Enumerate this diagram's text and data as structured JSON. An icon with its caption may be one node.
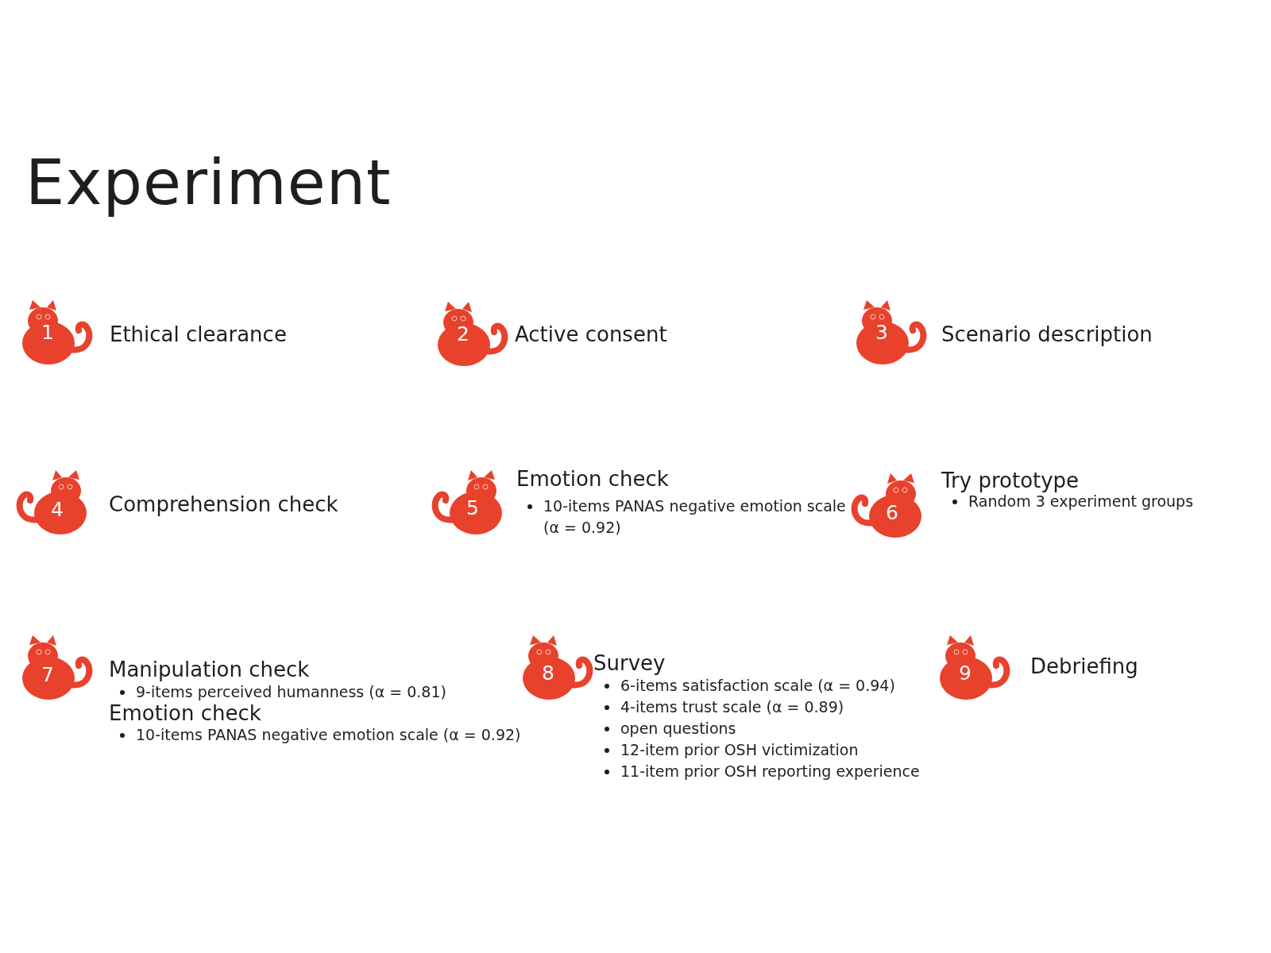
{
  "diagram": {
    "title": "Experiment",
    "nodes": [
      {
        "text": [
          "1",
          "Ethical clearance"
        ]
      },
      {
        "text": [
          "2",
          "Active consent"
        ]
      },
      {
        "text": [
          "3",
          "Scenario description"
        ]
      },
      {
        "text": [
          "4",
          "Comprehension check"
        ]
      },
      {
        "text": [
          "5",
          "Emotion check",
          "10-items PANAS negative emotion scale (α = 0.92)"
        ]
      },
      {
        "text": [
          "6",
          "Try prototype",
          "Random 3 experiment groups"
        ]
      },
      {
        "text": [
          "7",
          "Manipulation check",
          "9-items perceived humanness (α = 0.81)",
          "Emotion check",
          "10-items PANAS negative emotion scale (α = 0.92)"
        ]
      },
      {
        "text": [
          "8",
          "Survey",
          "6-items satisfaction scale (α = 0.94)",
          "4-items trust scale (α = 0.89)",
          "open questions",
          "12-item prior OSH victimization",
          "11-item prior OSH reporting experience"
        ]
      },
      {
        "text": [
          "9",
          "Debriefing"
        ]
      }
    ],
    "edges": []
  }
}
